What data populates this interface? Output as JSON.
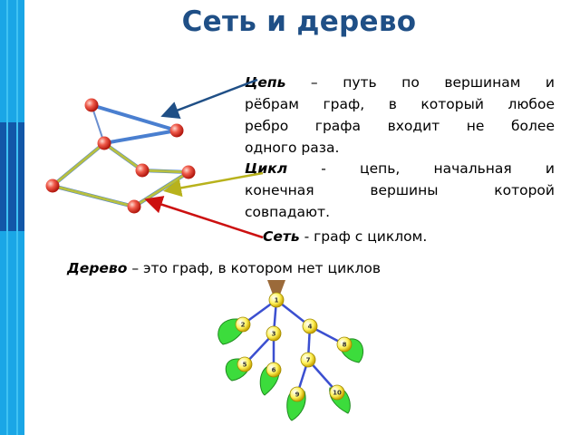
{
  "title": "Сеть и дерево",
  "chain": {
    "term": "Цепь",
    "line1_rest": " – путь по вершинам и",
    "line2": "рёбрам граф, в который любое",
    "line3": "ребро графа входит не более",
    "line4": "одного раза."
  },
  "cycle": {
    "term": "Цикл",
    "line1_rest": " - цепь, начальная и",
    "line2": "конечная вершины которой",
    "line3": "совпадают."
  },
  "net": {
    "term": "Сеть",
    "rest": " - граф с циклом."
  },
  "tree": {
    "term": "Дерево",
    "rest": " – это граф, в котором нет циклов",
    "nodes": [
      "1",
      "2",
      "3",
      "4",
      "5",
      "6",
      "7",
      "8",
      "9",
      "10"
    ]
  },
  "colors": {
    "title": "#1f4f86",
    "sidebar_light": "#1aa6e6",
    "sidebar_dark": "#1257a8",
    "chain_arrow": "#1f4f86",
    "cycle_arrow": "#b8b21c",
    "net_arrow": "#cc1010",
    "vertex": "#e23b2e",
    "leaf": "#3cdc3c",
    "trunk": "#9b6a3a"
  }
}
